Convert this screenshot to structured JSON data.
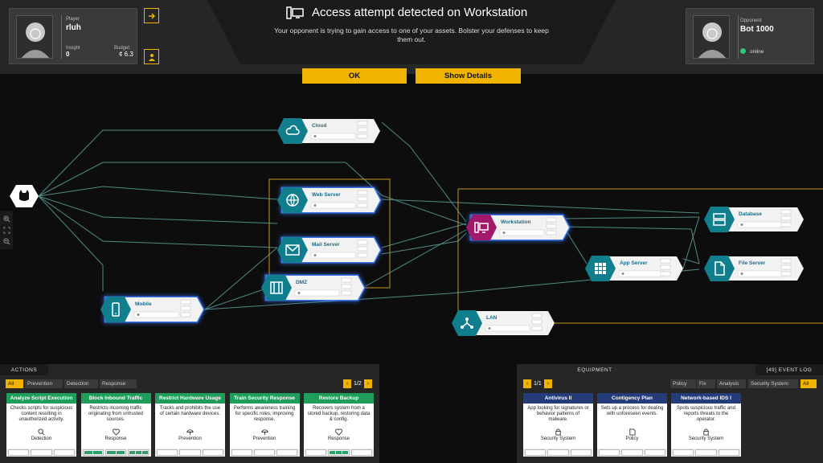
{
  "player": {
    "label": "Player",
    "name": "rluh",
    "insight_label": "Insight",
    "insight": "0",
    "budget_label": "Budget",
    "budget": "¢ 6.3"
  },
  "opponent": {
    "label": "Opponent",
    "name": "Bot 1000",
    "status": "online"
  },
  "alert": {
    "title": "Access attempt detected on Workstation",
    "message": "Your opponent is trying to gain access to one of your assets. Bolster your defenses to keep them out.",
    "ok_label": "OK",
    "details_label": "Show Details"
  },
  "nodes": [
    {
      "id": "cloud",
      "label": "Cloud",
      "icon": "cloud-icon"
    },
    {
      "id": "webserver",
      "label": "Web Server",
      "icon": "globe-icon"
    },
    {
      "id": "mailserver",
      "label": "Mail Server",
      "icon": "mail-icon"
    },
    {
      "id": "dmz",
      "label": "DMZ",
      "icon": "firewall-icon"
    },
    {
      "id": "mobile",
      "label": "Mobile",
      "icon": "phone-icon"
    },
    {
      "id": "workstation",
      "label": "Workstation",
      "icon": "computer-icon"
    },
    {
      "id": "appserver",
      "label": "App Server",
      "icon": "grid-icon"
    },
    {
      "id": "lan",
      "label": "LAN",
      "icon": "network-icon"
    },
    {
      "id": "database",
      "label": "Database",
      "icon": "database-icon"
    },
    {
      "id": "fileserver",
      "label": "File Server",
      "icon": "file-icon"
    }
  ],
  "actions": {
    "header": "ACTIONS",
    "filters": [
      {
        "label": "All"
      },
      {
        "label": "Prevention"
      },
      {
        "label": "Detection"
      },
      {
        "label": "Response"
      }
    ],
    "page": "1/2",
    "cards": [
      {
        "title": "Analyze Script Execution",
        "desc": "Checks scripts for suspicious content resulting in unauthorized activity.",
        "type": "Detection",
        "color": "#1f9d5b",
        "slots": [
          0,
          0,
          0
        ]
      },
      {
        "title": "Block Inbound Traffic",
        "desc": "Restricts incoming traffic originating from untrusted sources.",
        "type": "Response",
        "color": "#1f9d5b",
        "slots": [
          2,
          2,
          3
        ]
      },
      {
        "title": "Restrict Hardware Usage",
        "desc": "Tracks and prohibits the use of certain hardware devices.",
        "type": "Prevention",
        "color": "#1f9d5b",
        "slots": [
          0,
          0,
          0
        ]
      },
      {
        "title": "Train Security Response",
        "desc": "Performs awareness training for specific roles, improving response.",
        "type": "Prevention",
        "color": "#1f9d5b",
        "slots": [
          0,
          0,
          0
        ]
      },
      {
        "title": "Restore Backup",
        "desc": "Recovers system from a stored backup, restoring data & config.",
        "type": "Response",
        "color": "#1f9d5b",
        "slots": [
          0,
          3,
          0
        ]
      }
    ]
  },
  "equipment": {
    "header": "EQUIPMENT",
    "event_log": "[49] EVENT LOG",
    "page": "1/1",
    "filters": [
      {
        "label": "Policy"
      },
      {
        "label": "Fix"
      },
      {
        "label": "Analysis"
      },
      {
        "label": "Security System"
      },
      {
        "label": "All"
      }
    ],
    "cards": [
      {
        "title": "Antivirus II",
        "desc": "App looking for signatures or behavior patterns of malware.",
        "type": "Security System",
        "color": "#243c7a"
      },
      {
        "title": "Contigency Plan",
        "desc": "Sets up a process for dealing with unforeseen events.",
        "type": "Policy",
        "color": "#243c7a"
      },
      {
        "title": "Network-based IDS I",
        "desc": "Spots suspicious traffic and reports threats to the operator.",
        "type": "Security System",
        "color": "#243c7a"
      }
    ]
  }
}
